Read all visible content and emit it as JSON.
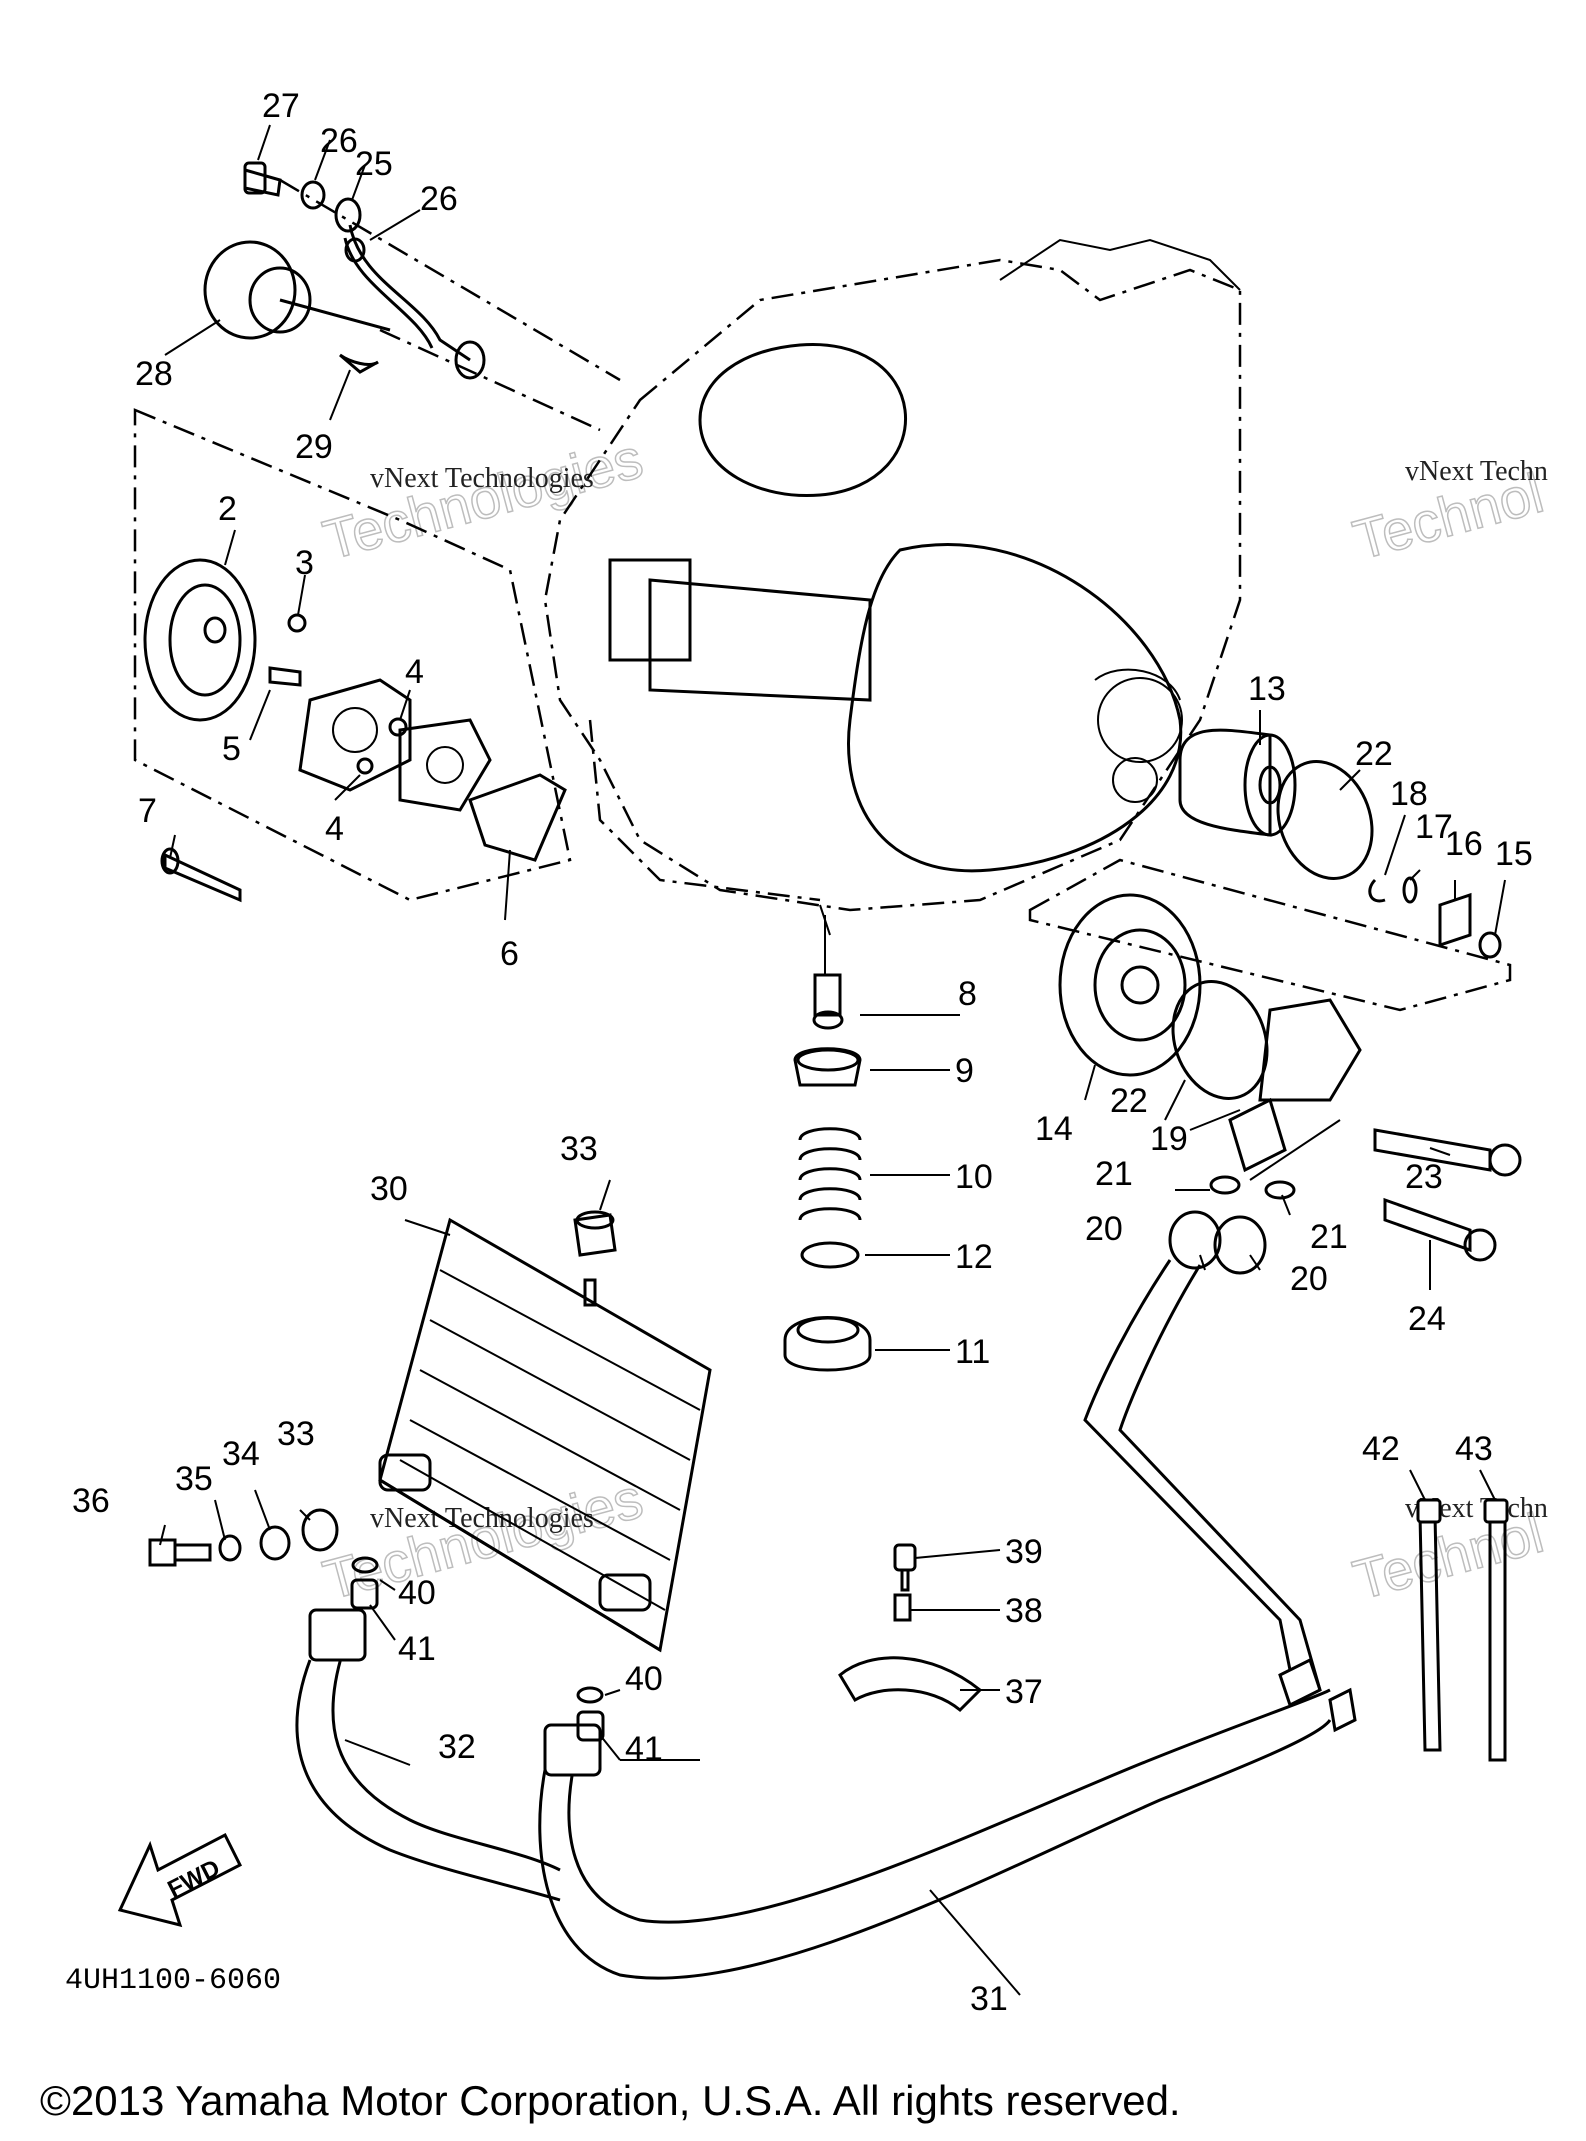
{
  "diagram": {
    "code": "4UH1100-6060",
    "direction_label": "FWD",
    "copyright": "©2013 Yamaha Motor Corporation, U.S.A. All rights reserved."
  },
  "watermarks": [
    {
      "line1": "vNext Technologies",
      "line2": "Technologies"
    },
    {
      "line1": "vNext Techn",
      "line2": "Technol"
    },
    {
      "line1": "vNext Technologies",
      "line2": "Technologies"
    },
    {
      "line1": "vNext Techn",
      "line2": "Technol"
    }
  ],
  "callouts": {
    "c2": "2",
    "c3": "3",
    "c4a": "4",
    "c4b": "4",
    "c5": "5",
    "c6": "6",
    "c7": "7",
    "c8": "8",
    "c9": "9",
    "c10": "10",
    "c11": "11",
    "c12": "12",
    "c13": "13",
    "c14": "14",
    "c15": "15",
    "c16": "16",
    "c17": "17",
    "c18": "18",
    "c19": "19",
    "c20a": "20",
    "c20b": "20",
    "c21a": "21",
    "c21b": "21",
    "c22a": "22",
    "c22b": "22",
    "c23": "23",
    "c24": "24",
    "c25": "25",
    "c26a": "26",
    "c26b": "26",
    "c27": "27",
    "c28": "28",
    "c29": "29",
    "c30": "30",
    "c31": "31",
    "c32": "32",
    "c33a": "33",
    "c33b": "33",
    "c34": "34",
    "c35": "35",
    "c36": "36",
    "c37": "37",
    "c38": "38",
    "c39": "39",
    "c40a": "40",
    "c40b": "40",
    "c41a": "41",
    "c41b": "41",
    "c42": "42",
    "c43": "43"
  }
}
